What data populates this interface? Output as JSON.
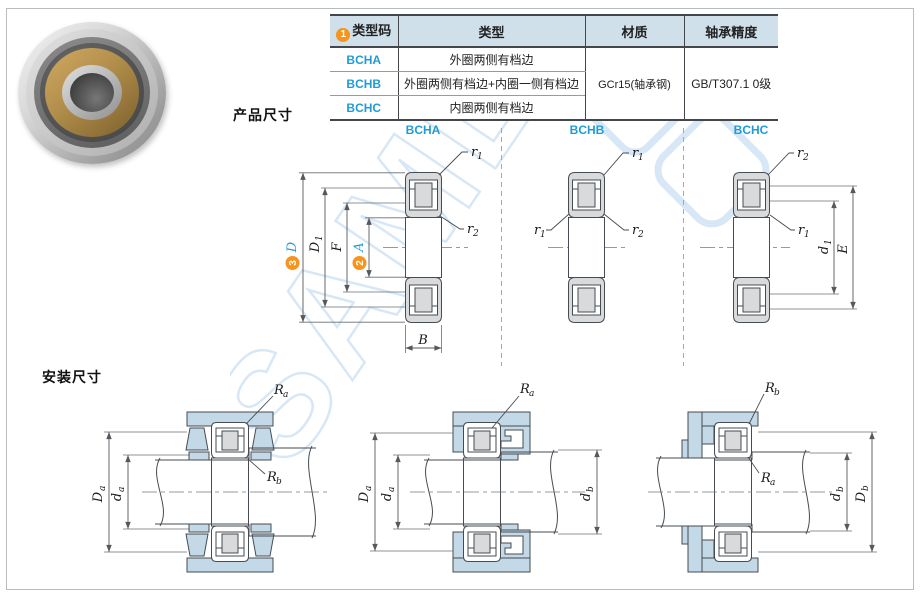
{
  "table": {
    "header": {
      "badge": "1",
      "col1": "类型码",
      "col2": "类型",
      "col3": "材质",
      "col4": "轴承精度"
    },
    "rows": [
      {
        "code": "BCHA",
        "type": "外圈两侧有档边"
      },
      {
        "code": "BCHB",
        "type": "外圈两侧有档边+内圈一侧有档边"
      },
      {
        "code": "BCHC",
        "type": "内圈两侧有档边"
      }
    ],
    "material": "GCr15(轴承钢)",
    "precision": "GB/T307.1 0级"
  },
  "sections": {
    "product": "产品尺寸",
    "install": "安装尺寸"
  },
  "variants": {
    "a": "BCHA",
    "b": "BCHB",
    "c": "BCHC"
  },
  "labels": {
    "D": "D",
    "F": "F",
    "A": "A",
    "B": "B",
    "E": "E",
    "D1b": "D",
    "D1s": "1",
    "d1b": "d",
    "d1s": "1",
    "r1b": "r",
    "r1s": "1",
    "r2b": "r",
    "r2s": "2",
    "Dab": "D",
    "Das": "a",
    "dab": "d",
    "das": "a",
    "dbb": "d",
    "dbs": "b",
    "Dbb": "D",
    "Dbs": "b",
    "Rab": "R",
    "Ras": "a",
    "Rbb": "R",
    "Rbs": "b",
    "badge2": "2",
    "badge3": "3"
  },
  "watermark": {
    "text": "SAMLO"
  },
  "colors": {
    "accent": "#1f9cd8",
    "badge_orange": "#f7941d",
    "housing_blue": "#c3d9e7",
    "steel_gray": "#d9dadb"
  }
}
